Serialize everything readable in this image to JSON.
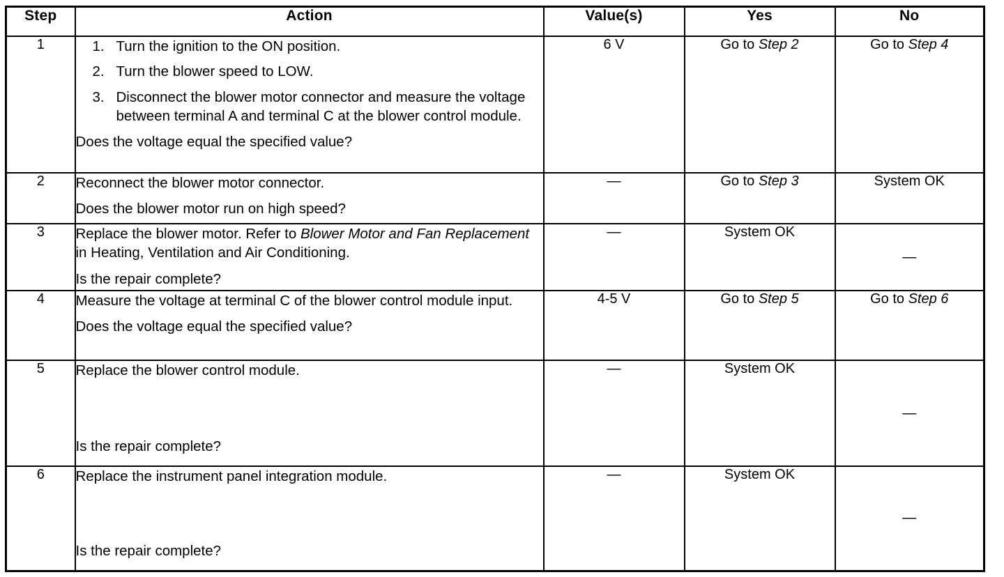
{
  "table": {
    "headers": {
      "step": "Step",
      "action": "Action",
      "value": "Value(s)",
      "yes": "Yes",
      "no": "No"
    },
    "dash": "—",
    "rows": [
      {
        "step": "1",
        "action": {
          "list": [
            {
              "num": "1.",
              "text": "Turn the ignition to the ON position."
            },
            {
              "num": "2.",
              "text": "Turn the blower speed to LOW."
            },
            {
              "num": "3.",
              "text": "Disconnect the blower motor connector and measure the voltage between terminal A and terminal C at the blower control module."
            }
          ],
          "question": "Does the voltage equal the specified value?"
        },
        "value": "6 V",
        "yes": {
          "prefix": "Go to ",
          "italic": "Step 2"
        },
        "no": {
          "prefix": "Go to ",
          "italic": "Step 4"
        }
      },
      {
        "step": "2",
        "action": {
          "lead": "Reconnect the blower motor connector.",
          "question": "Does the blower motor run on high speed?"
        },
        "value": "—",
        "yes": {
          "prefix": "Go to ",
          "italic": "Step 3"
        },
        "no": {
          "prefix": "System OK",
          "italic": ""
        }
      },
      {
        "step": "3",
        "action": {
          "lead_a": "Replace the blower motor. Refer to ",
          "lead_italic": "Blower Motor and Fan Replacement",
          "lead_b": " in Heating, Ventilation and Air Conditioning.",
          "question": "Is the repair complete?"
        },
        "value": "—",
        "yes": {
          "prefix": "System OK",
          "italic": ""
        },
        "no": {
          "prefix": "—",
          "italic": ""
        }
      },
      {
        "step": "4",
        "action": {
          "lead": "Measure the voltage at terminal C of the blower control module input.",
          "question": "Does the voltage equal the specified value?"
        },
        "value": "4-5 V",
        "yes": {
          "prefix": "Go to ",
          "italic": "Step 5"
        },
        "no": {
          "prefix": "Go to ",
          "italic": "Step 6"
        }
      },
      {
        "step": "5",
        "action": {
          "lead": "Replace the blower control module.",
          "question": "Is the repair complete?"
        },
        "value": "—",
        "yes": {
          "prefix": "System OK",
          "italic": ""
        },
        "no": {
          "prefix": "—",
          "italic": ""
        }
      },
      {
        "step": "6",
        "action": {
          "lead": "Replace the instrument panel integration module.",
          "question": "Is the repair complete?"
        },
        "value": "—",
        "yes": {
          "prefix": "System OK",
          "italic": ""
        },
        "no": {
          "prefix": "—",
          "italic": ""
        }
      }
    ]
  }
}
